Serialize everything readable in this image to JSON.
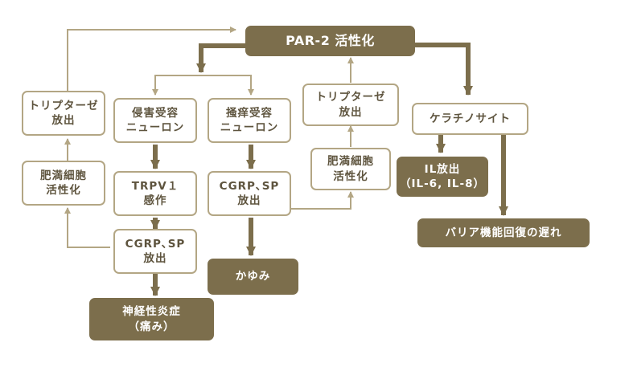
{
  "boxes": {
    "par2": {
      "lines": [
        "PAR-2 活性化"
      ]
    },
    "tryptase_l": {
      "lines": [
        "トリプターゼ",
        "放出"
      ]
    },
    "mast_l": {
      "lines": [
        "肥満細胞",
        "活性化"
      ]
    },
    "nociceptor": {
      "lines": [
        "侵害受容",
        "ニューロン"
      ]
    },
    "trpv1": {
      "lines": [
        "TRPV１",
        "感作"
      ]
    },
    "cgrp_l": {
      "lines": [
        "CGRP､SP",
        "放出"
      ]
    },
    "neuro_infl": {
      "lines": [
        "神経性炎症",
        "（痛み）"
      ]
    },
    "pruri": {
      "lines": [
        "掻痒受容",
        "ニューロン"
      ]
    },
    "cgrp_r": {
      "lines": [
        "CGRP､SP",
        "放出"
      ]
    },
    "itch": {
      "lines": [
        "かゆみ"
      ]
    },
    "tryptase_r": {
      "lines": [
        "トリプターゼ",
        "放出"
      ]
    },
    "mast_r": {
      "lines": [
        "肥満細胞",
        "活性化"
      ]
    },
    "kera": {
      "lines": [
        "ケラチノサイト"
      ]
    },
    "il": {
      "lines": [
        "IL放出",
        "（IL-6, IL-8）"
      ]
    },
    "barrier": {
      "lines": [
        "バリア機能回復の遅れ"
      ]
    }
  },
  "colors": {
    "dark": "#7c6e4c",
    "light_border": "#b3a684",
    "line": "#b3a684",
    "arrow_dark": "#7c6e4c"
  }
}
